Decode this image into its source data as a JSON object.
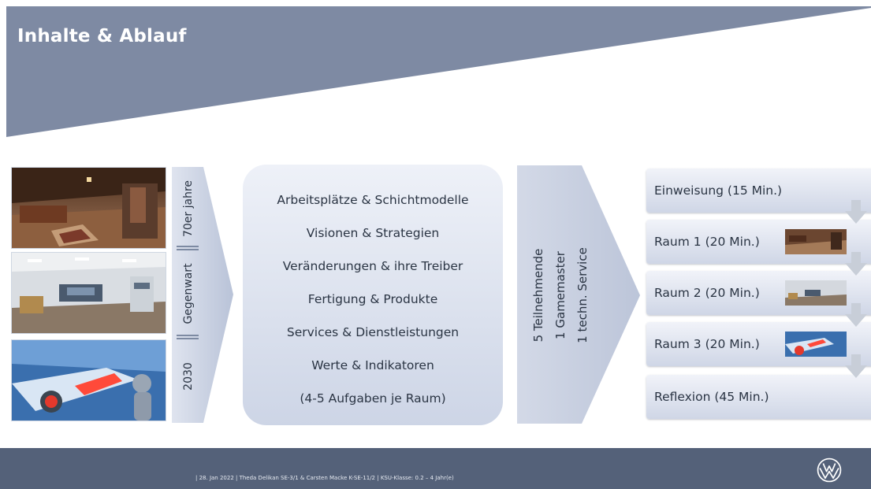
{
  "slide": {
    "title": "Inhalte & Ablauf"
  },
  "eras": [
    "70er jahre",
    "Gegenwart",
    "2030"
  ],
  "topics": [
    "Arbeitsplätze & Schichtmodelle",
    "Visionen & Strategien",
    "Veränderungen  & ihre Treiber",
    "Fertigung & Produkte",
    "Services & Dienstleistungen",
    "Werte & Indikatoren",
    "(4-5 Aufgaben je Raum)"
  ],
  "staff": [
    "5 Teilnehmende",
    "1 Gamemaster",
    "1 techn. Service"
  ],
  "schedule": [
    {
      "label": "Einweisung (15 Min.)"
    },
    {
      "label": "Raum 1 (20 Min.)"
    },
    {
      "label": "Raum 2 (20 Min.)"
    },
    {
      "label": "Raum 3 (20 Min.)"
    },
    {
      "label": "Reflexion (45 Min.)"
    }
  ],
  "footer": {
    "text": "| 28. Jan 2022 | Theda Delikan  SE-3/1 & Carsten Macke  K-SE-11/2 | KSU-Klasse: 0.2 – 4 Jahr(e)"
  },
  "colors": {
    "brand": "#546179",
    "header": "#7e8aa3",
    "box_light": "#eef1f8",
    "box_dark": "#cdd5e6",
    "text": "#2a3443"
  },
  "icons": {
    "logo": "vw-logo-icon"
  }
}
